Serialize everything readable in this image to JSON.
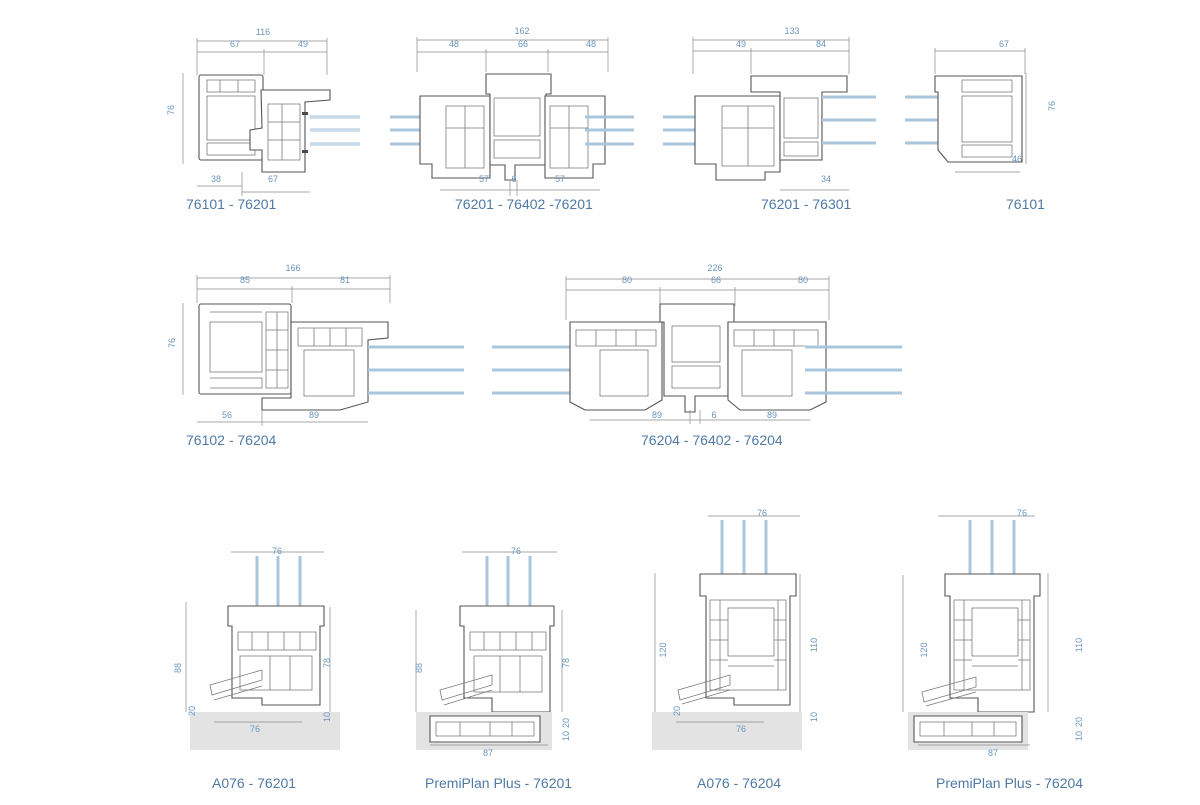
{
  "captions": {
    "d1": "76101 - 76201",
    "d2": "76201 - 76402 -76201",
    "d3": "76201 - 76301",
    "d4": "76101",
    "d5": "76102 - 76204",
    "d6": "76204 - 76402 - 76204",
    "d7": "A076 - 76201",
    "d8": "PremiPlan Plus - 76201",
    "d9": "A076 - 76204",
    "d10": "PremiPlan Plus - 76204"
  },
  "dims": {
    "d1": {
      "total": "116",
      "a": "67",
      "b": "49",
      "h": "76",
      "bl": "38",
      "br": "67"
    },
    "d2": {
      "total": "162",
      "a": "48",
      "m": "66",
      "b": "48",
      "s1": "57",
      "s2": "6",
      "s3": "57"
    },
    "d3": {
      "total": "133",
      "a": "49",
      "b": "84",
      "bb": "34"
    },
    "d4": {
      "top": "67",
      "h": "76",
      "bb": "46"
    },
    "d5": {
      "total": "166",
      "a": "85",
      "b": "81",
      "h": "76",
      "bl": "56",
      "br": "89"
    },
    "d6": {
      "total": "226",
      "a": "80",
      "m": "66",
      "b": "80",
      "bl": "89",
      "bm": "6",
      "br": "89"
    },
    "d7": {
      "top": "76",
      "h1": "88",
      "h2": "78",
      "h3": "20",
      "h4": "10",
      "bottom": "76"
    },
    "d8": {
      "top": "76",
      "h1": "88",
      "h2": "78",
      "h3": "20",
      "h4": "10",
      "bottom": "87"
    },
    "d9": {
      "top": "76",
      "h1": "120",
      "h2": "110",
      "h3": "20",
      "h4": "10",
      "bottom": "76"
    },
    "d10": {
      "top": "76",
      "h1": "120",
      "h2": "110",
      "h3": "20",
      "h4": "10",
      "bottom": "87"
    }
  },
  "colors": {
    "caption": "#4f7aa6",
    "dimension_text": "#6b95bf",
    "glass": "#a9c6dd",
    "profile_stroke": "#555555",
    "floor": "#e3e3e3"
  }
}
